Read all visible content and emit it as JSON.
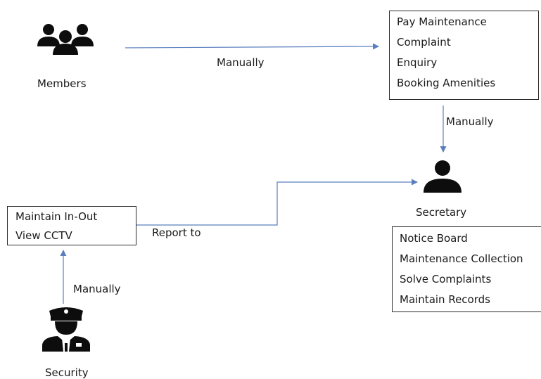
{
  "colors": {
    "arrow": "#5b7fbe",
    "icon": "#0d0d0d",
    "box_border": "#2b2b2b"
  },
  "actors": {
    "members": {
      "label": "Members",
      "icon": "group-people-icon"
    },
    "secretary": {
      "label": "Secretary",
      "icon": "person-icon"
    },
    "security": {
      "label": "Security",
      "icon": "security-guard-icon"
    }
  },
  "member_tasks": [
    "Pay Maintenance",
    "Complaint",
    "Enquiry",
    "Booking Amenities"
  ],
  "secretary_tasks": [
    "Notice Board",
    "Maintenance Collection",
    "Solve Complaints",
    "Maintain Records"
  ],
  "security_tasks": [
    "Maintain In-Out",
    "View CCTV"
  ],
  "edges": {
    "members_to_tasks": "Manually",
    "tasks_to_secretary": "Manually",
    "security_to_tasks": "Manually",
    "security_tasks_to_secretary": "Report to"
  }
}
